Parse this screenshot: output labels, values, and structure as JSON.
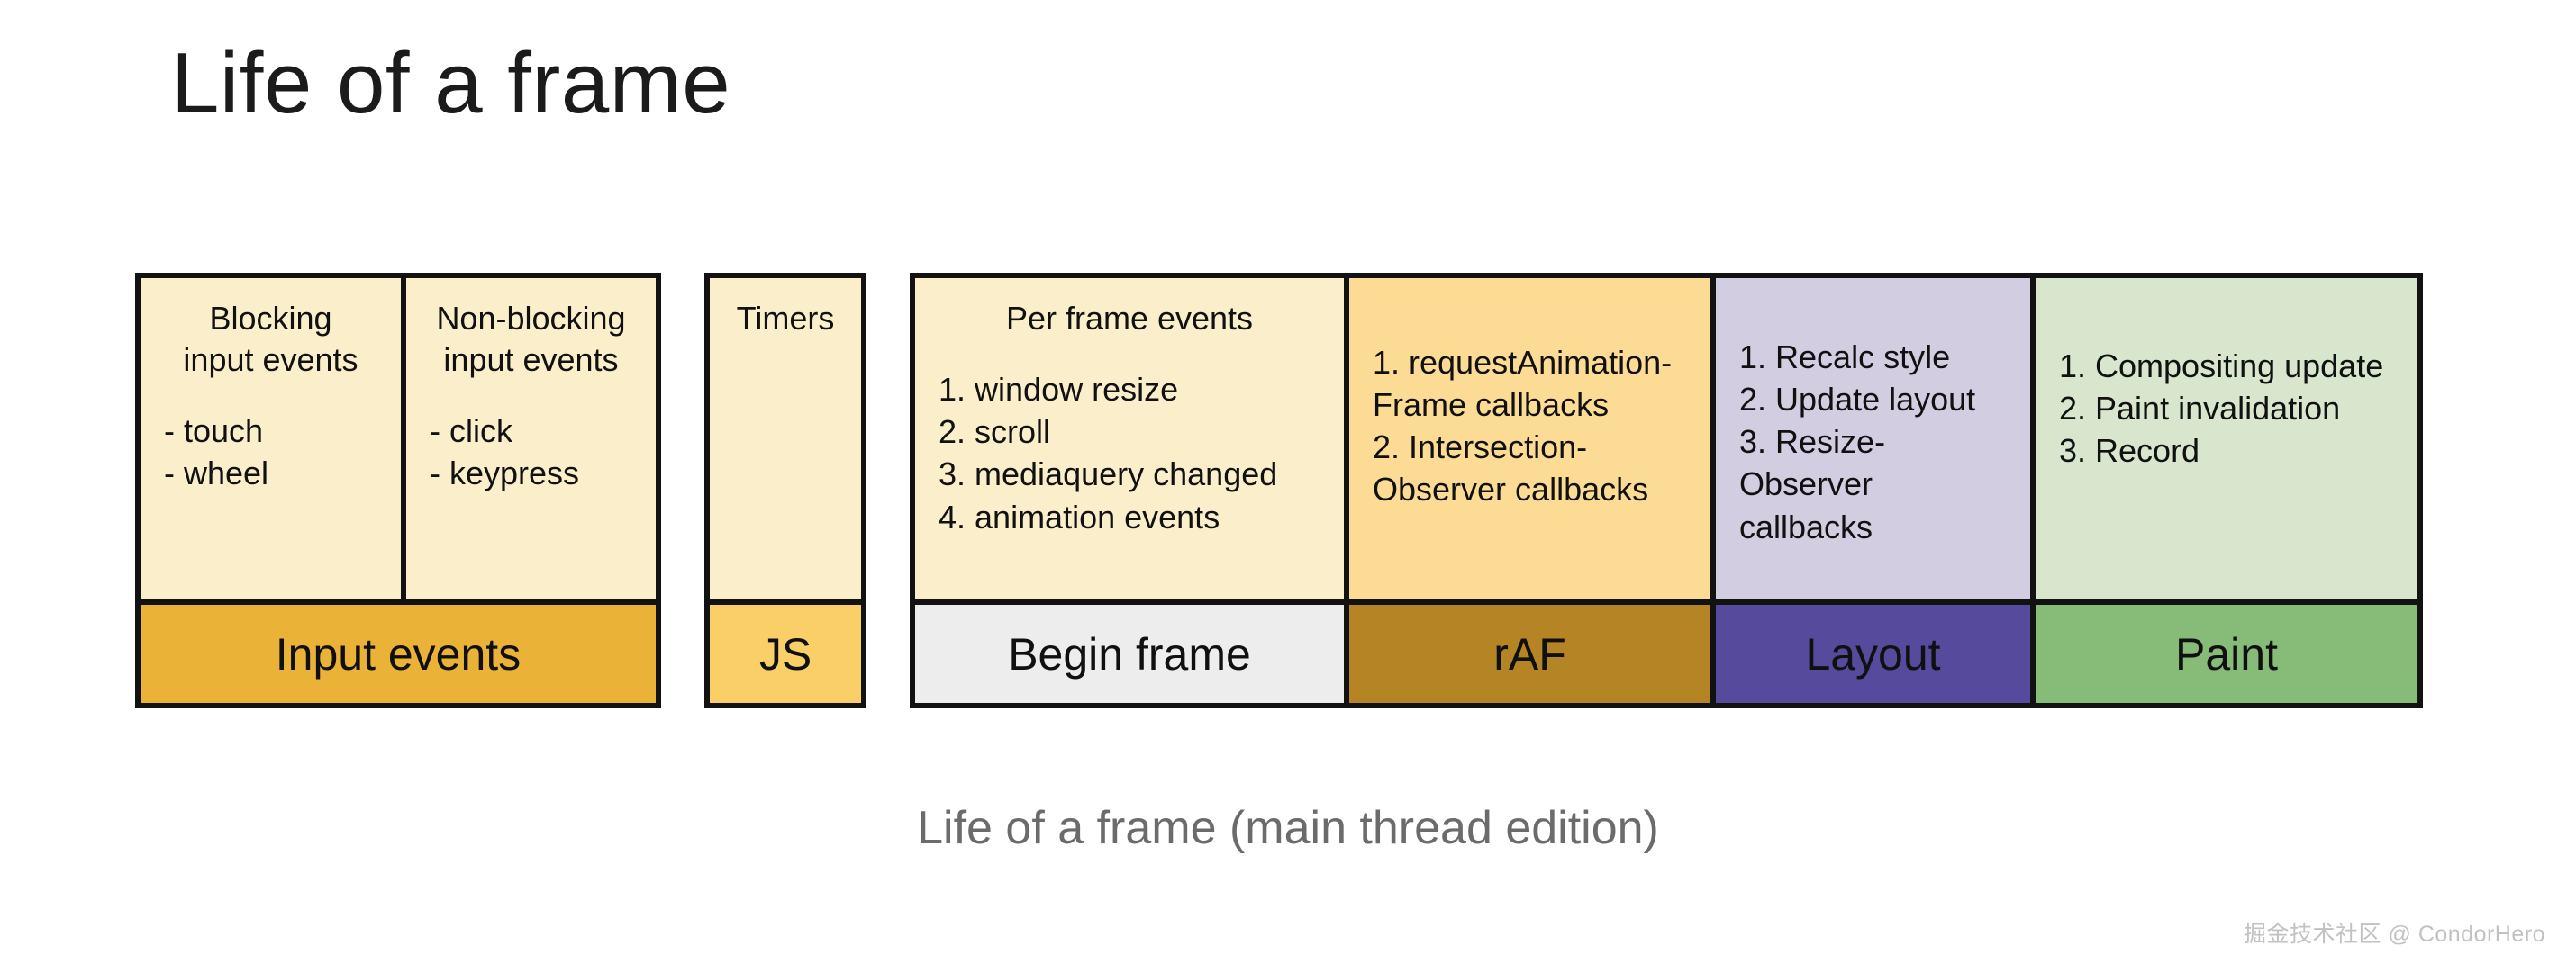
{
  "title": "Life of a frame",
  "caption": "Life of a frame (main thread edition)",
  "watermark": "掘金技术社区 @ CondorHero",
  "colors": {
    "cream": "#fbeecb",
    "input_events": "#eab337",
    "js": "#fbcf68",
    "begin_frame": "#ededed",
    "raf_top": "#fcdc94",
    "raf": "#b58425",
    "layout_top": "#d2cde0",
    "layout": "#554a9c",
    "paint_top": "#d8e6cd",
    "paint": "#86bb78",
    "border": "#121212",
    "text": "#111111",
    "caption_text": "#6b6b6b",
    "watermark_text": "#c2c2c2"
  },
  "groups": [
    {
      "name": "input-events",
      "top_cells": [
        {
          "name": "blocking-input-events",
          "heading": "Blocking\ninput events",
          "items": [
            "- touch",
            "- wheel"
          ]
        },
        {
          "name": "non-blocking-input-events",
          "heading": "Non-blocking\ninput events",
          "items": [
            "- click",
            "- keypress"
          ]
        }
      ],
      "bottom_cells": [
        {
          "name": "input-events",
          "label": "Input events"
        }
      ]
    },
    {
      "name": "timers",
      "top_cells": [
        {
          "name": "timers",
          "heading": "Timers",
          "items": []
        }
      ],
      "bottom_cells": [
        {
          "name": "js",
          "label": "JS"
        }
      ]
    },
    {
      "name": "frame",
      "top_cells": [
        {
          "name": "per-frame-events",
          "heading": "Per frame events",
          "items": [
            "1. window resize",
            "2. scroll",
            "3. mediaquery changed",
            "4. animation events"
          ]
        },
        {
          "name": "raf-callbacks",
          "heading": "",
          "items": [
            "1. requestAnimation-\nFrame callbacks",
            "2. Intersection-\nObserver callbacks"
          ]
        },
        {
          "name": "layout-steps",
          "heading": "",
          "items": [
            "1. Recalc style",
            "2. Update layout",
            "3. Resize-\nObserver callbacks"
          ]
        },
        {
          "name": "paint-steps",
          "heading": "",
          "items": [
            "1. Compositing update",
            "2. Paint invalidation",
            "3. Record"
          ]
        }
      ],
      "bottom_cells": [
        {
          "name": "begin-frame",
          "label": "Begin frame"
        },
        {
          "name": "raf",
          "label": "rAF"
        },
        {
          "name": "layout",
          "label": "Layout"
        },
        {
          "name": "paint",
          "label": "Paint"
        }
      ]
    }
  ]
}
